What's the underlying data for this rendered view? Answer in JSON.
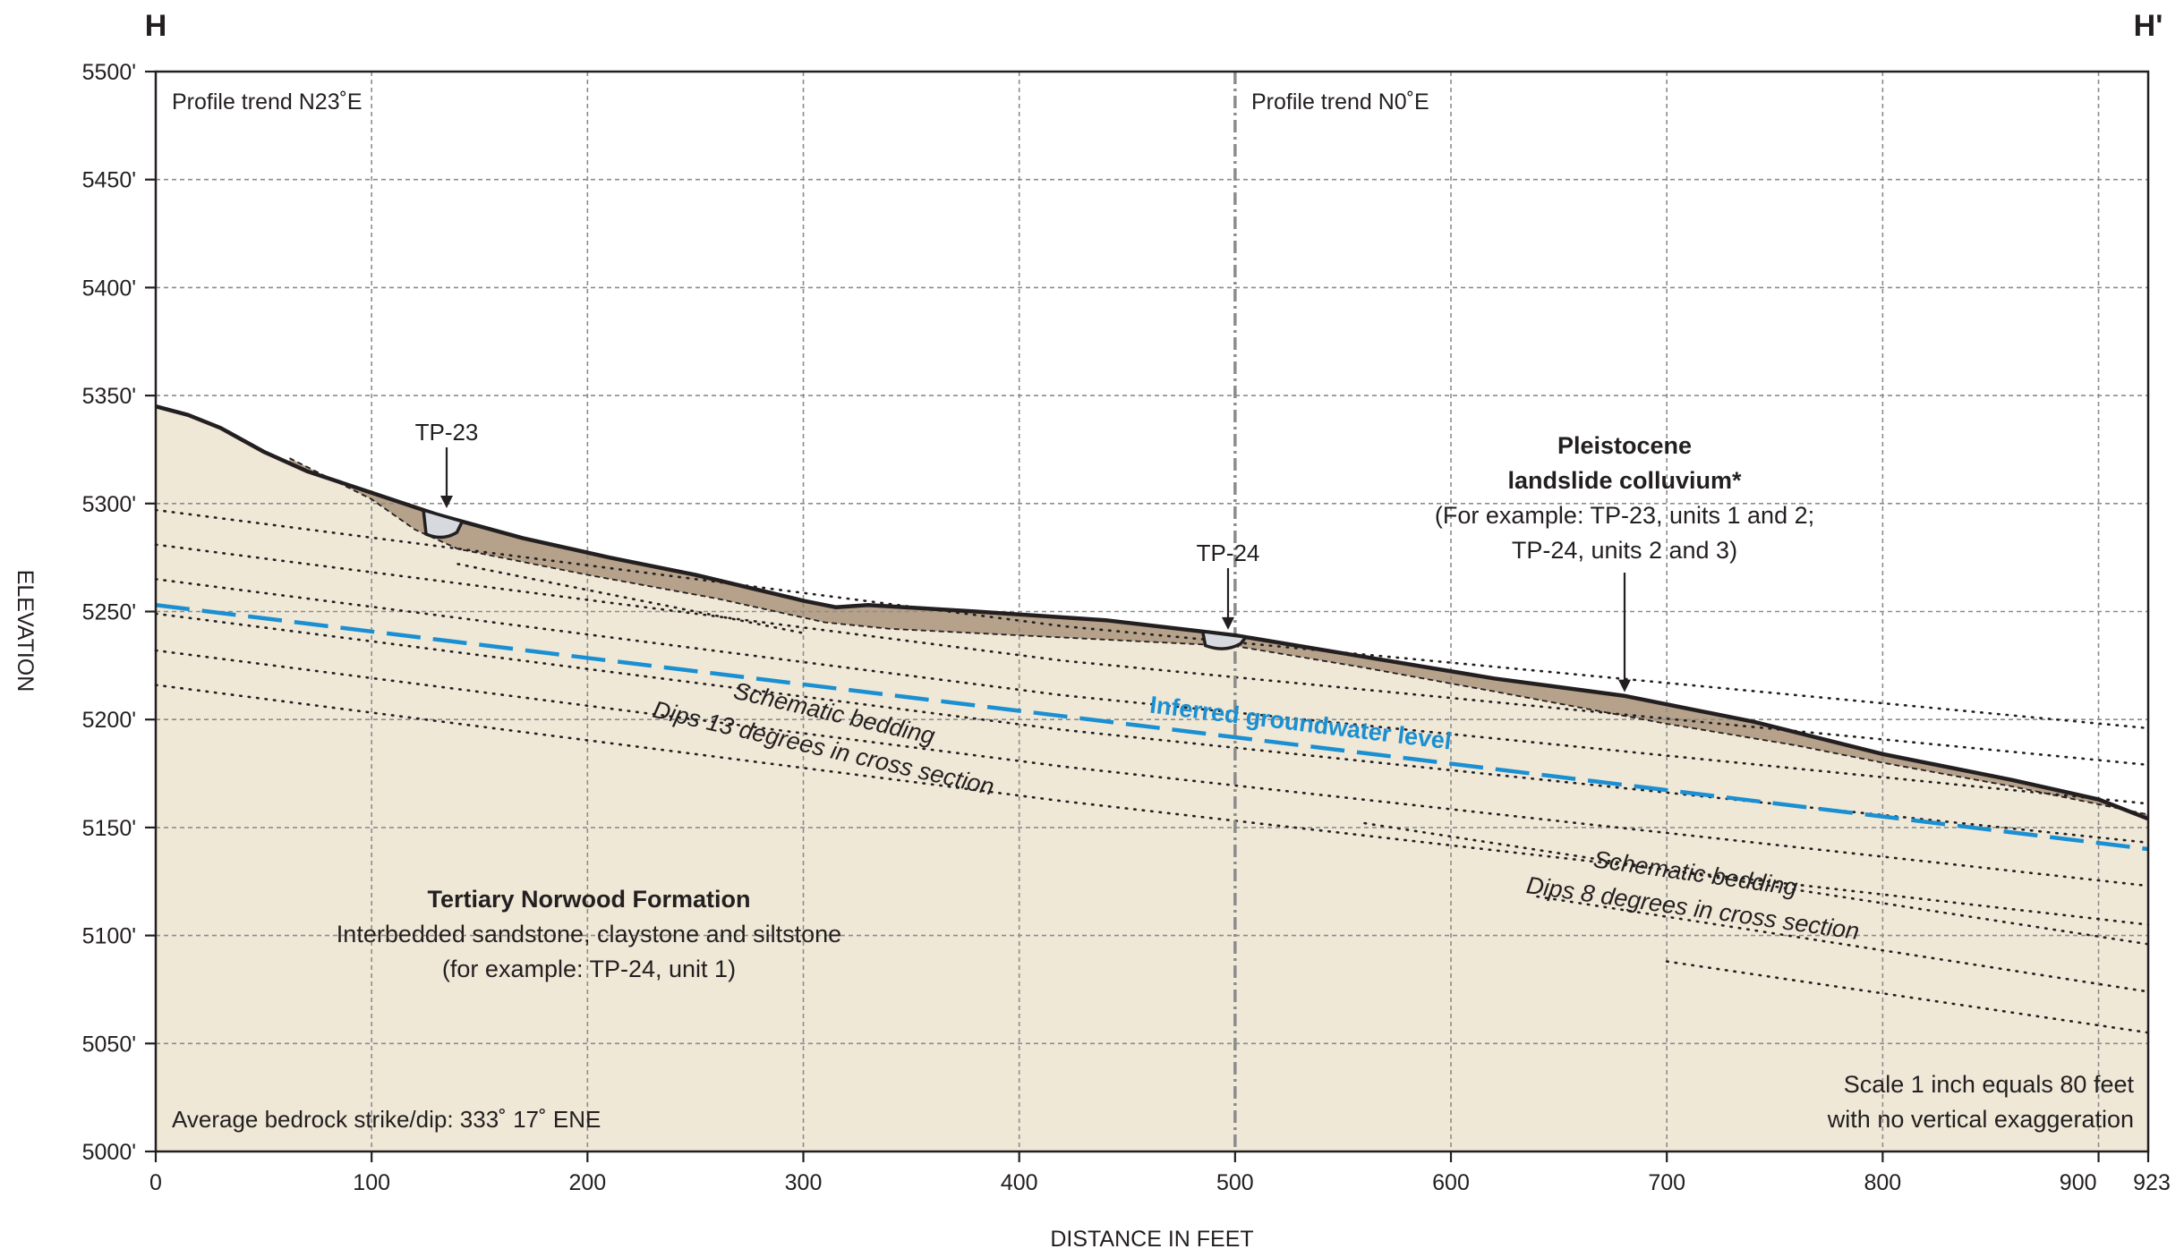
{
  "section": {
    "start_label": "H",
    "end_label": "H'",
    "y_axis_label": "ELEVATION",
    "x_axis_label": "DISTANCE IN FEET",
    "y_ticks": [
      "5500'",
      "5450'",
      "5400'",
      "5350'",
      "5300'",
      "5250'",
      "5200'",
      "5150'",
      "5100'",
      "5050'",
      "5000'"
    ],
    "x_ticks": [
      "0",
      "100",
      "200",
      "300",
      "400",
      "500",
      "600",
      "700",
      "800",
      "900",
      "923"
    ],
    "profile_trend_left": "Profile trend N23˚E",
    "profile_trend_right": "Profile trend N0˚E",
    "bend_distance_ft": 500,
    "x_range_ft": [
      0,
      923
    ],
    "y_range_ft": [
      5000,
      5500
    ],
    "colors": {
      "bedrock": "#efe8d7",
      "colluvium": "#b6a18a",
      "groundwater": "#1a8fd2",
      "test_pit": "#d6d9de",
      "grid": "#8c8c8c",
      "ink": "#231f20"
    }
  },
  "ground_surface": [
    [
      0,
      5345
    ],
    [
      15,
      5341
    ],
    [
      30,
      5335
    ],
    [
      50,
      5324
    ],
    [
      70,
      5315
    ],
    [
      100,
      5305
    ],
    [
      130,
      5295
    ],
    [
      170,
      5284
    ],
    [
      210,
      5275
    ],
    [
      250,
      5267
    ],
    [
      300,
      5255
    ],
    [
      315,
      5252
    ],
    [
      330,
      5253
    ],
    [
      380,
      5250
    ],
    [
      440,
      5246
    ],
    [
      500,
      5239
    ],
    [
      560,
      5229
    ],
    [
      620,
      5219
    ],
    [
      680,
      5211
    ],
    [
      740,
      5199
    ],
    [
      800,
      5184
    ],
    [
      860,
      5172
    ],
    [
      900,
      5163
    ],
    [
      923,
      5154
    ]
  ],
  "colluvium_base": [
    [
      62,
      5321
    ],
    [
      100,
      5302
    ],
    [
      120,
      5288
    ],
    [
      140,
      5279
    ],
    [
      200,
      5267
    ],
    [
      260,
      5256
    ],
    [
      310,
      5245
    ],
    [
      340,
      5242
    ],
    [
      400,
      5239
    ],
    [
      480,
      5235
    ],
    [
      500,
      5234
    ],
    [
      560,
      5224
    ],
    [
      620,
      5213
    ],
    [
      700,
      5198
    ],
    [
      760,
      5188
    ],
    [
      800,
      5180
    ],
    [
      860,
      5169
    ],
    [
      923,
      5156
    ]
  ],
  "groundwater": {
    "label": "Inferred groundwater level",
    "from": [
      0,
      5253
    ],
    "to": [
      923,
      5140
    ]
  },
  "bedding_left": {
    "label_line1": "Schematic bedding",
    "label_line2": "Dips 13 degrees in cross section",
    "dip_degrees": 13
  },
  "bedding_right": {
    "label_line1": "Schematic bedding",
    "label_line2": "Dips 8 degrees in cross section",
    "dip_degrees": 8
  },
  "test_pits": [
    {
      "label": "TP-23",
      "distance_ft": 133
    },
    {
      "label": "TP-24",
      "distance_ft": 495
    }
  ],
  "colluvium_label": {
    "title_line1": "Pleistocene",
    "title_line2": "landslide colluvium*",
    "note_line1": "(For example: TP-23, units 1 and 2;",
    "note_line2": "TP-24, units 2 and 3)"
  },
  "bedrock_label": {
    "title": "Tertiary Norwood Formation",
    "line1": "Interbedded sandstone, claystone and siltstone",
    "line2": "(for example: TP-24, unit 1)"
  },
  "strike_dip_note": "Average bedrock strike/dip: 333˚ 17˚ ENE",
  "scale_note": {
    "line1": "Scale 1 inch equals 80 feet",
    "line2": "with no vertical exaggeration"
  }
}
